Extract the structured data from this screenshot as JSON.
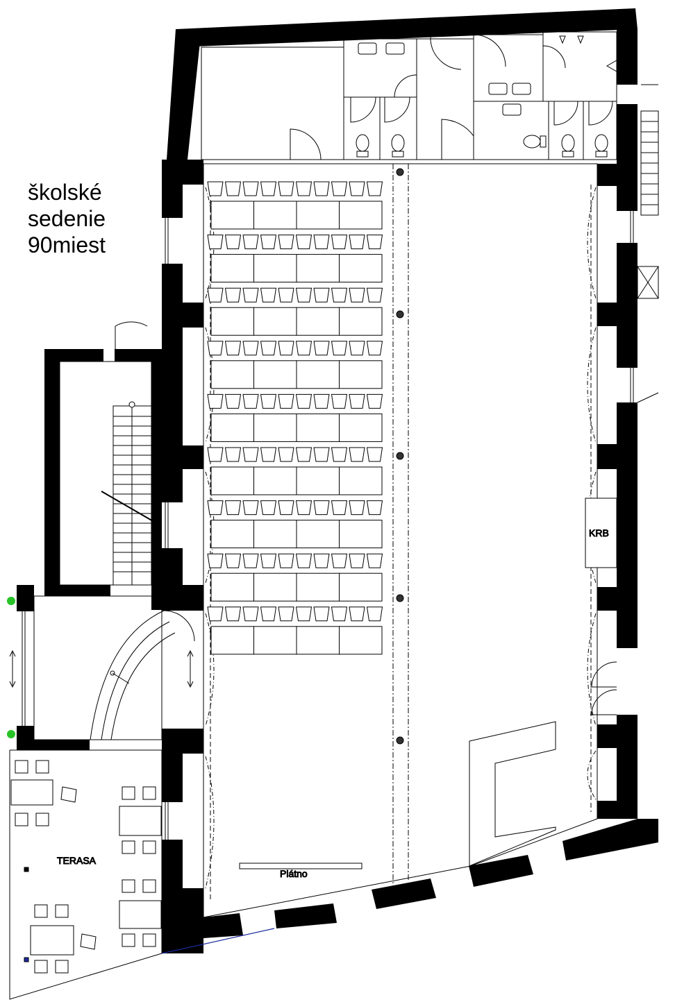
{
  "title_lines": [
    "školské",
    "sedenie",
    "90miest"
  ],
  "labels": {
    "krb": "KRB",
    "terasa": "TERASA",
    "platno": "Plátno"
  },
  "seating": {
    "rows": 9,
    "chairs_per_row": 10,
    "tables_per_row": 4
  }
}
